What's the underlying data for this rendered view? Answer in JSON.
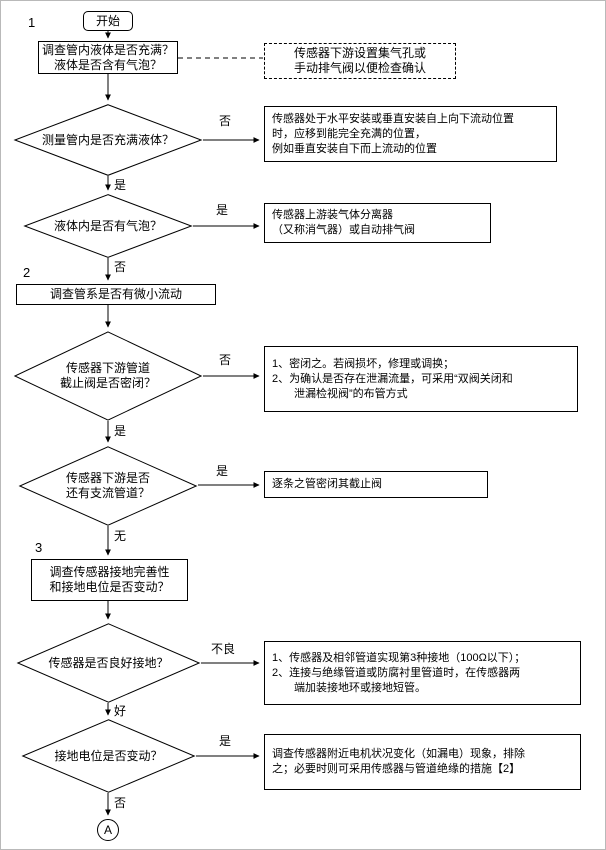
{
  "start": {
    "label": "开始"
  },
  "sections": {
    "s1": "1",
    "s2": "2",
    "s3": "3"
  },
  "steps": {
    "check_liquid": {
      "lines": [
        "调查管内液体是否充满？",
        "液体是否含有气泡？"
      ]
    },
    "check_micro_flow": {
      "label": "调查管系是否有微小流动"
    },
    "check_grounding": {
      "lines": [
        "调查传感器接地完善性",
        "和接地电位是否变动？"
      ]
    }
  },
  "decisions": {
    "full_of_liquid": {
      "label": "测量管内是否充满液体？"
    },
    "has_bubbles": {
      "label": "液体内是否有气泡？"
    },
    "valve_sealed": {
      "lines": [
        "传感器下游管道",
        "截止阀是否密闭？"
      ]
    },
    "branch_pipes": {
      "lines": [
        "传感器下游是否",
        "还有支流管道？"
      ]
    },
    "well_grounded": {
      "label": "传感器是否良好接地？"
    },
    "potential_change": {
      "label": "接地电位是否变动？"
    }
  },
  "notes": {
    "vent_note": {
      "lines": [
        "传感器下游设置集气孔或",
        "手动排气阀以便检查确认"
      ]
    },
    "install_note": {
      "lines": [
        "传感器处于水平安装或垂直安装自上向下流动位置",
        "时，应移到能完全充满的位置，",
        "例如垂直安装自下而上流动的位置"
      ]
    },
    "separator_note": {
      "lines": [
        "传感器上游装气体分离器",
        "（又称消气器）或自动排气阀"
      ]
    },
    "seal_note": {
      "lines": [
        "1、密闭之。若阀损坏，修理或调换；",
        "2、为确认是否存在泄漏流量，可采用“双阀关闭和",
        "泄漏检视阀”的布管方式"
      ]
    },
    "close_valves_note": {
      "label": "逐条之管密闭其截止阀"
    },
    "grounding_note": {
      "lines": [
        "1、传感器及相邻管道实现第3种接地（100Ω以下）；",
        "2、连接与绝缘管道或防腐衬里管道时，在传感器两",
        "端加装接地环或接地短管。"
      ]
    },
    "motor_note": {
      "lines": [
        "调查传感器附近电机状况变化（如漏电）现象，排除",
        "之；必要时则可采用传感器与管道绝缘的措施【2】"
      ]
    }
  },
  "branch_labels": {
    "d1_no": "否",
    "d1_yes": "是",
    "d2_yes": "是",
    "d2_no": "否",
    "d3_no": "否",
    "d3_yes": "是",
    "d4_yes": "是",
    "d4_none": "无",
    "d5_bad": "不良",
    "d5_good": "好",
    "d6_yes": "是",
    "d6_no": "否"
  },
  "terminal": {
    "label": "A"
  }
}
